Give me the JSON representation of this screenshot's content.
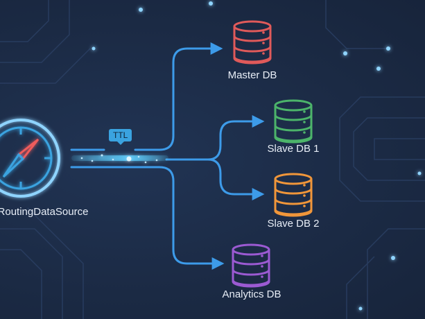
{
  "router": {
    "label": "RoutingDataSource",
    "icon": "compass-icon"
  },
  "ttl_label": "TTL",
  "databases": [
    {
      "label": "Master DB",
      "color": "#e05a5a"
    },
    {
      "label": "Slave DB 1",
      "color": "#4cb46a"
    },
    {
      "label": "Slave DB 2",
      "color": "#f0963a"
    },
    {
      "label": "Analytics DB",
      "color": "#9b5ad2"
    }
  ],
  "colors": {
    "background": "#1b2a44",
    "connector": "#3d9be9",
    "glow": "#5fd0ff"
  }
}
